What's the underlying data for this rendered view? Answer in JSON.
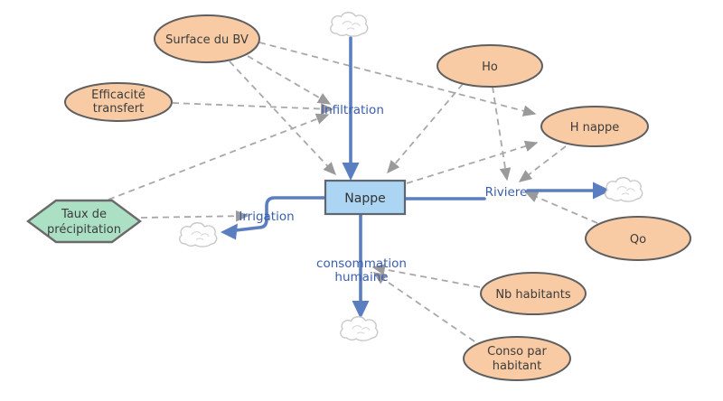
{
  "diagram": {
    "type": "stock-and-flow system dynamics model",
    "stock": {
      "label": "Nappe"
    },
    "flows": {
      "infiltration": {
        "label": "Infiltration",
        "direction": "into stock"
      },
      "riviere": {
        "label": "Riviere",
        "direction": "out of stock"
      },
      "irrigation": {
        "label": "Irrigation",
        "direction": "out of stock"
      },
      "consommation": {
        "line1": "consommation",
        "line2": "humaine",
        "direction": "out of stock"
      }
    },
    "variables": {
      "surface_bv": {
        "label": "Surface du BV"
      },
      "efficacite": {
        "line1": "Efficacité",
        "line2": "transfert"
      },
      "taux_precip": {
        "line1": "Taux de",
        "line2": "précipitation"
      },
      "ho": {
        "label": "Ho"
      },
      "h_nappe": {
        "label": "H nappe"
      },
      "qo": {
        "label": "Qo"
      },
      "nb_habitants": {
        "label": "Nb habitants"
      },
      "conso_hab": {
        "line1": "Conso par",
        "line2": "habitant"
      }
    },
    "links": [
      {
        "from": "Surface du BV",
        "to": "Infiltration"
      },
      {
        "from": "Surface du BV",
        "to": "H nappe"
      },
      {
        "from": "Surface du BV",
        "to": "Nappe"
      },
      {
        "from": "Efficacité transfert",
        "to": "Infiltration"
      },
      {
        "from": "Taux de précipitation",
        "to": "Infiltration"
      },
      {
        "from": "Taux de précipitation",
        "to": "Irrigation"
      },
      {
        "from": "Ho",
        "to": "Nappe"
      },
      {
        "from": "Ho",
        "to": "Riviere"
      },
      {
        "from": "Nappe",
        "to": "H nappe"
      },
      {
        "from": "H nappe",
        "to": "Riviere"
      },
      {
        "from": "Qo",
        "to": "Riviere"
      },
      {
        "from": "Nb habitants",
        "to": "consommation humaine"
      },
      {
        "from": "Conso par habitant",
        "to": "consommation humaine"
      }
    ],
    "colors": {
      "variable_fill": "#F9CBA5",
      "hexagon_fill": "#ACE0C5",
      "stock_fill": "#ABD5F2",
      "node_border": "#5F5F5F",
      "flow_blue": "#5B7EC1",
      "flow_label_blue": "#3A5EAE",
      "link_gray": "#A8A8A8",
      "cloud_stroke": "#C9C9C9"
    }
  }
}
